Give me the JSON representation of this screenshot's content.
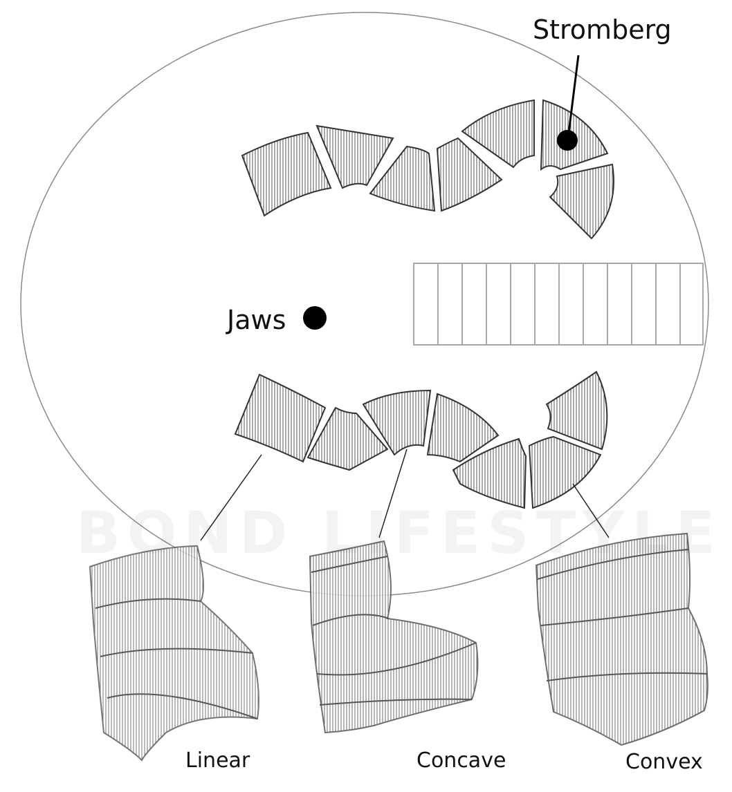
{
  "labels": {
    "stromberg": "Stromberg",
    "jaws": "Jaws",
    "linear": "Linear",
    "concave": "Concave",
    "convex": "Convex"
  },
  "watermark": "BOND LIFESTYLE",
  "colors": {
    "line": "#333333",
    "ellipse": "#8a8a8a",
    "grid": "#a8a8a8",
    "marker": "#000000"
  }
}
